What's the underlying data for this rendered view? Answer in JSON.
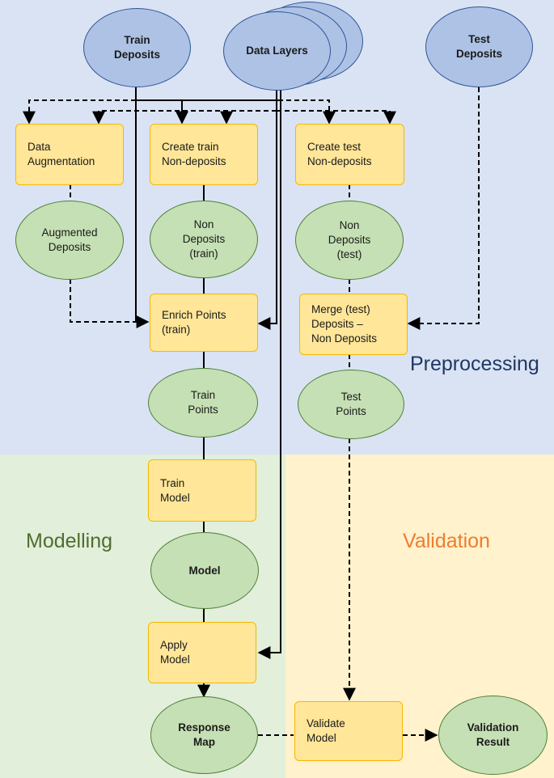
{
  "regions": {
    "preprocessing": "Preprocessing",
    "modelling": "Modelling",
    "validation": "Validation"
  },
  "nodes": {
    "train_deposits": "Train\nDeposits",
    "data_layers": "Data Layers",
    "test_deposits": "Test\nDeposits",
    "data_augmentation": "Data\nAugmentation",
    "create_train_nondeposits": "Create train\nNon-deposits",
    "create_test_nondeposits": "Create test\nNon-deposits",
    "augmented_deposits": "Augmented\nDeposits",
    "non_deposits_train": "Non\nDeposits\n(train)",
    "non_deposits_test": "Non\nDeposits\n(test)",
    "enrich_points": "Enrich Points\n(train)",
    "merge_test": "Merge (test)\nDeposits –\nNon Deposits",
    "train_points": "Train\nPoints",
    "test_points": "Test\nPoints",
    "train_model": "Train\nModel",
    "model": "Model",
    "apply_model": "Apply\nModel",
    "response_map": "Response\nMap",
    "validate_model": "Validate\nModel",
    "validation_result": "Validation\nResult"
  },
  "colors": {
    "preprocessing_bg": "#dae3f3",
    "modelling_bg": "#e2efda",
    "validation_bg": "#fff2cc",
    "process_box": "#ffe699",
    "data_ellipse": "#c5e0b4",
    "input_ellipse": "#adc2e5"
  }
}
